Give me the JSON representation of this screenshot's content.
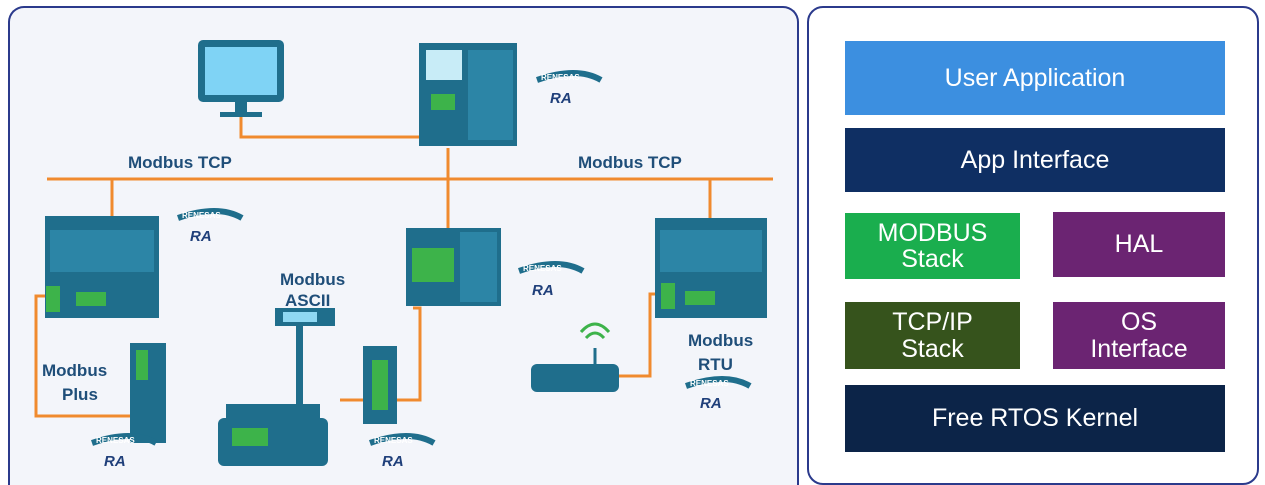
{
  "network": {
    "labels": {
      "tcp_left": "Modbus TCP",
      "tcp_right": "Modbus TCP",
      "ascii_line1": "Modbus",
      "ascii_line2": "ASCII",
      "plus_line1": "Modbus",
      "plus_line2": "Plus",
      "rtu_line1": "Modbus",
      "rtu_line2": "RTU"
    },
    "badge": {
      "top": "RENESAS",
      "bottom": "RA"
    },
    "colors": {
      "wire": "#f08a2e",
      "device": "#1f6e8c",
      "panel_bg": "#f3f5fa",
      "label": "#1f4e79"
    }
  },
  "stack": {
    "user_application": "User Application",
    "app_interface": "App Interface",
    "modbus_stack": "MODBUS Stack",
    "hal": "HAL",
    "tcpip_stack": "TCP/IP Stack",
    "os_interface": "OS Interface",
    "rtos_kernel": "Free RTOS Kernel",
    "colors": {
      "light_blue": "#3c8fe0",
      "navy": "#0f2f63",
      "green": "#1aae4e",
      "purple": "#6b2472",
      "olive": "#36531c",
      "dark_navy": "#0c2448"
    }
  }
}
